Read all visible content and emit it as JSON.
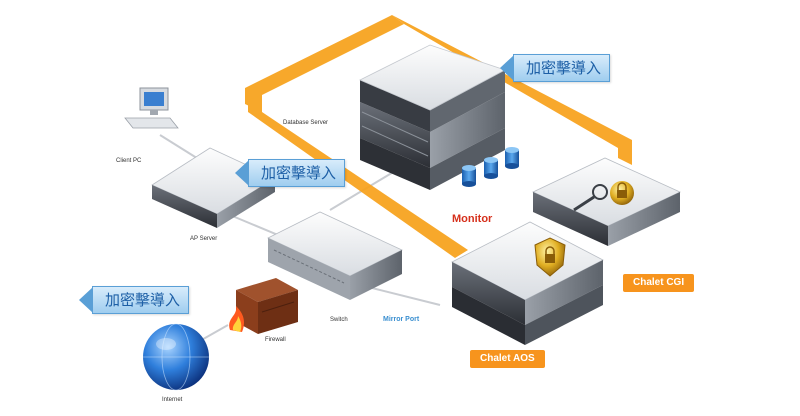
{
  "diagram": {
    "callout_text": "加密擊導入",
    "callouts": [
      {
        "id": "top",
        "text": "加密擊導入"
      },
      {
        "id": "middle",
        "text": "加密擊導入"
      },
      {
        "id": "left",
        "text": "加密擊導入"
      }
    ],
    "nodes": {
      "client_pc": "Client PC",
      "ap_server": "AP Server",
      "database_server": "Database Server",
      "switch": "Switch",
      "firewall": "Firewall",
      "internet": "Internet",
      "monitor": "Monitor",
      "mirror_port": "Mirror Port"
    },
    "tags": {
      "chalet_cgi": "Chalet CGI",
      "chalet_aos": "Chalet AOS"
    },
    "colors": {
      "flow_orange": "#f7a11a",
      "callout_blue": "#5a9fd6",
      "tag_orange": "#f7941d",
      "monitor_red": "#d6301c",
      "mirror_blue": "#3a8fd0"
    }
  }
}
